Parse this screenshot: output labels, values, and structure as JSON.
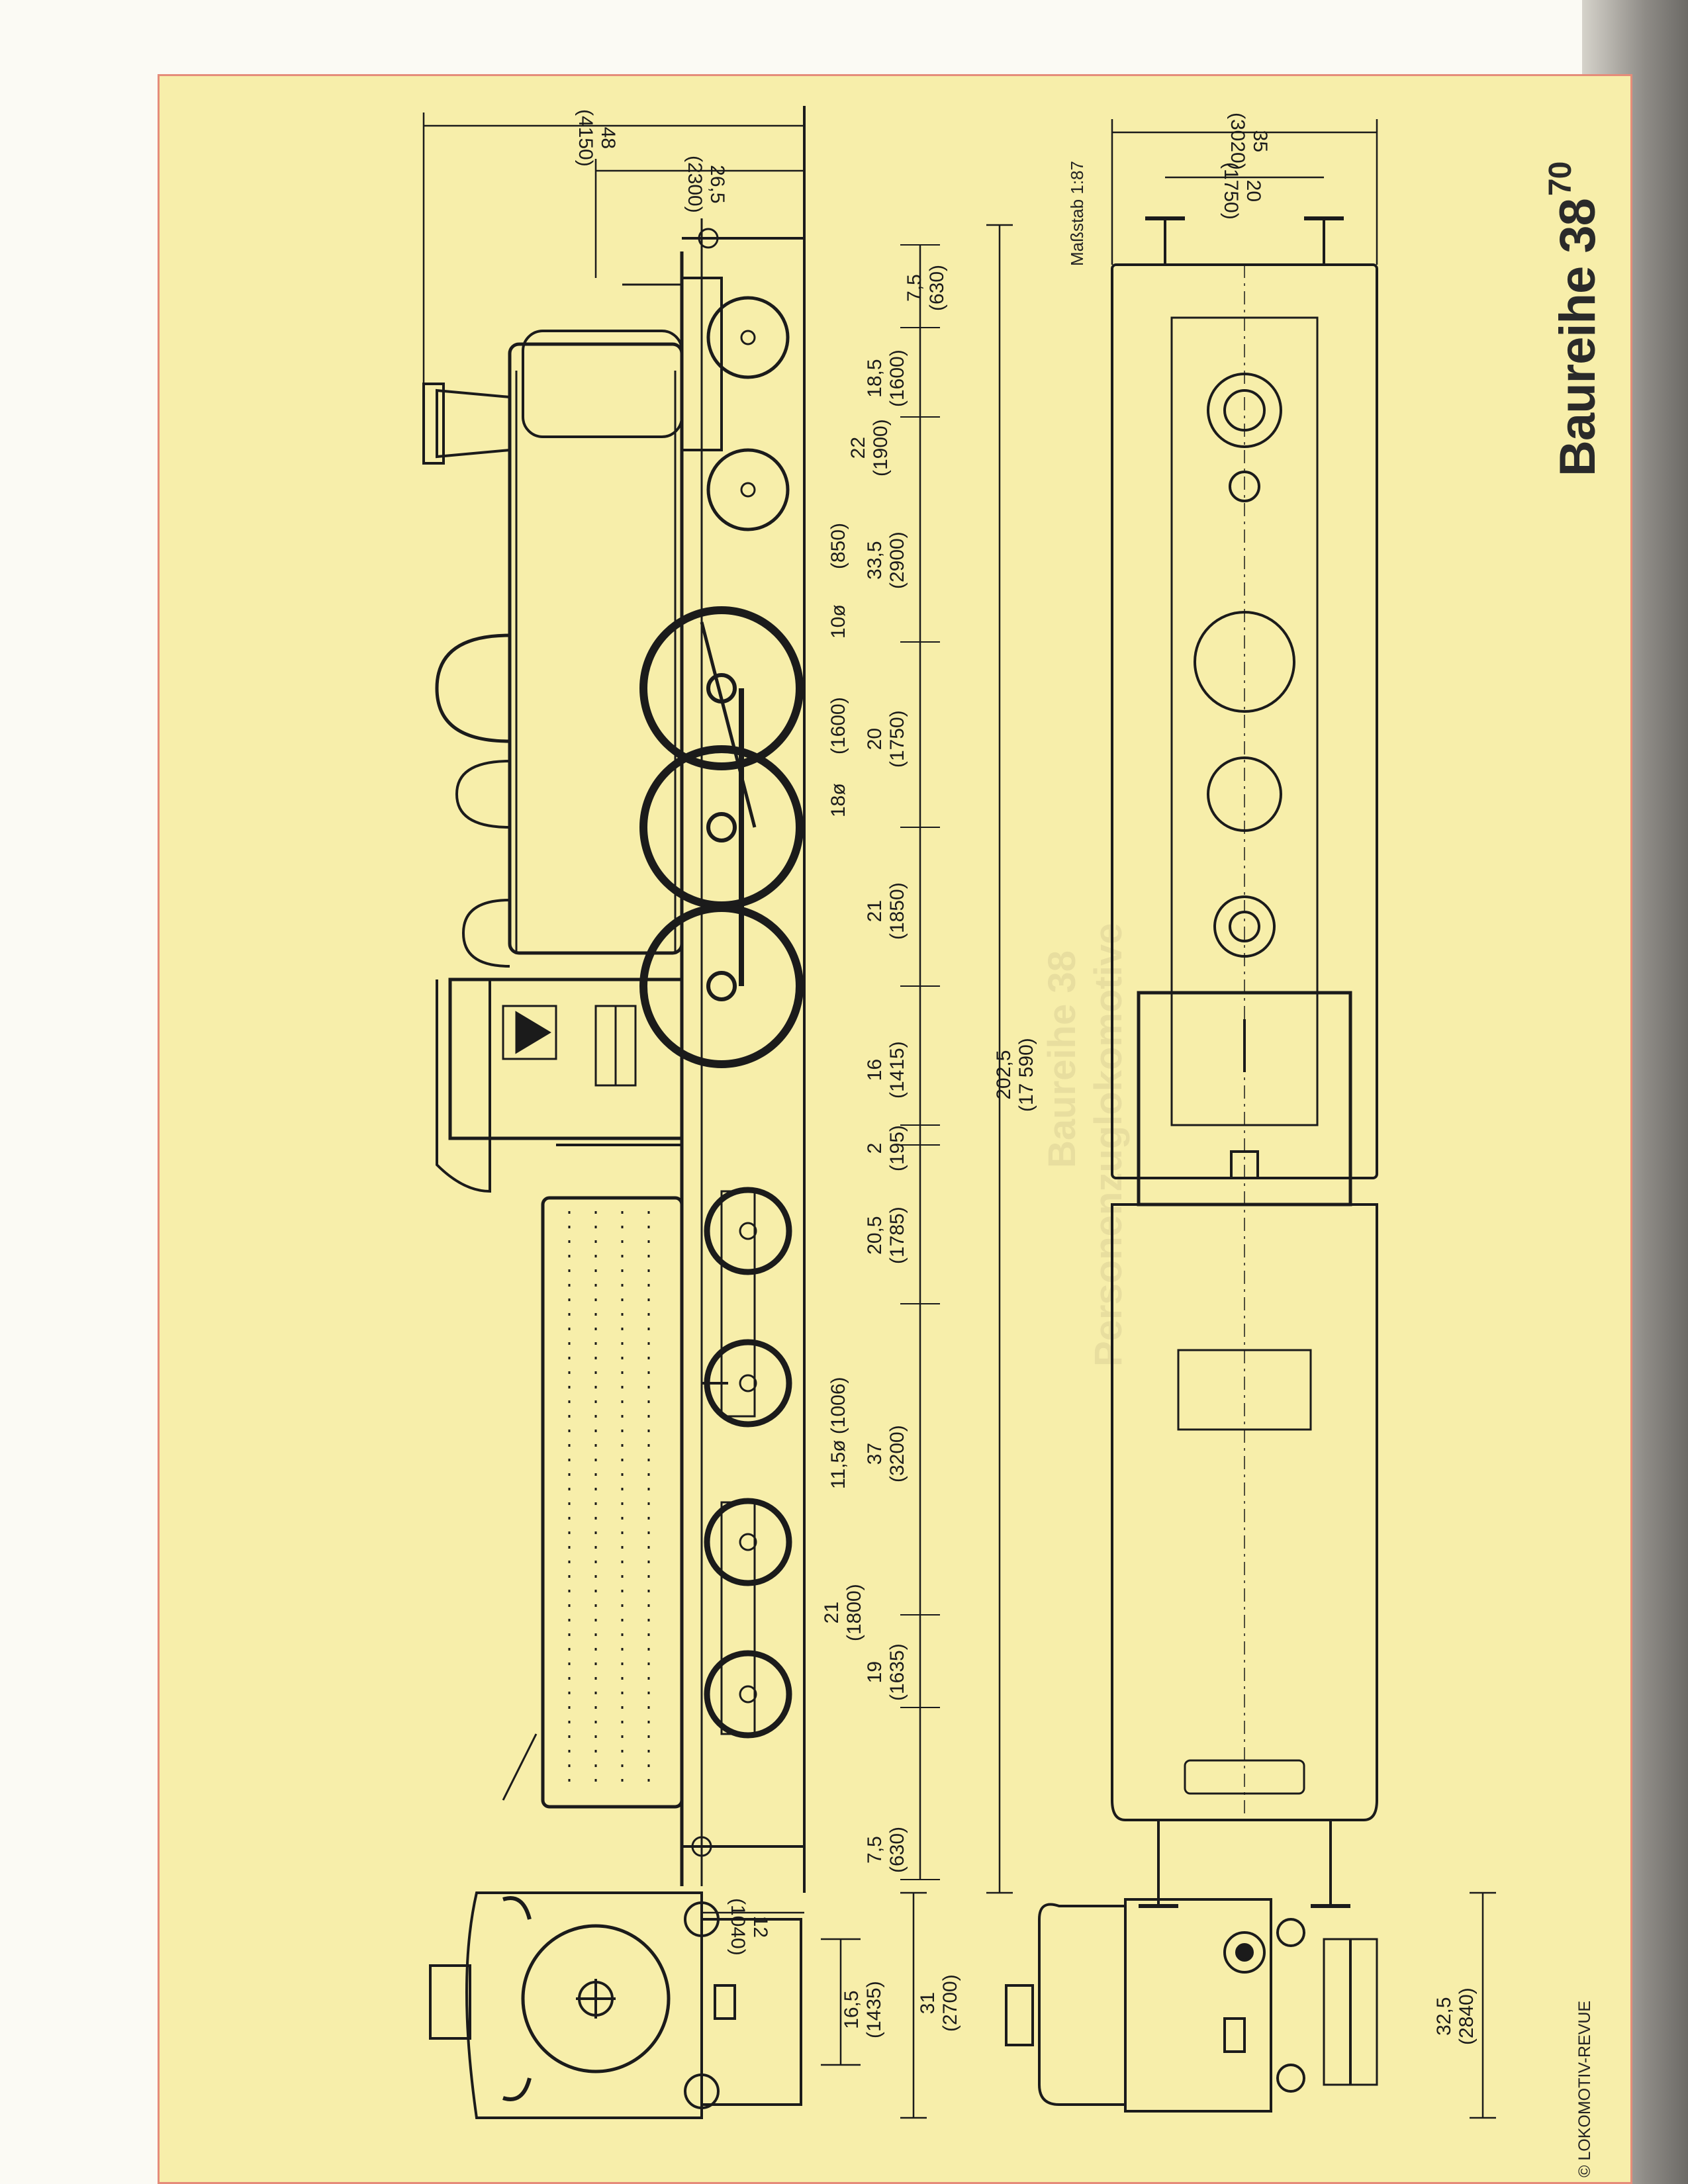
{
  "title": {
    "main": "Baureihe 38",
    "superscript": "70"
  },
  "scale": "Maßstab 1:87",
  "copyright": "© LOKOMOTIV-REVUE",
  "side_view": {
    "length_total": {
      "model": "202,5",
      "real": "(17 590)"
    },
    "spacings": [
      {
        "model": "7,5",
        "real": "(630)"
      },
      {
        "model": "18,5",
        "real": "(1600)"
      },
      {
        "model": "22",
        "real": "(1900)"
      },
      {
        "model": "33,5",
        "real": "(2900)"
      },
      {
        "model": "20",
        "real": "(1750)"
      },
      {
        "model": "21",
        "real": "(1850)"
      },
      {
        "model": "16",
        "real": "(1415)"
      },
      {
        "model": "2",
        "real": "(195)"
      },
      {
        "model": "20,5",
        "real": "(1785)"
      },
      {
        "model": "37",
        "real": "(3200)"
      },
      {
        "model": "21",
        "real": "(1800)"
      },
      {
        "model": "19",
        "real": "(1635)"
      },
      {
        "model": "7,5",
        "real": "(630)"
      }
    ],
    "wheel_diameters": [
      {
        "label": "(850)"
      },
      {
        "label": "10ø"
      },
      {
        "label": "(1600)"
      },
      {
        "label": "18ø"
      },
      {
        "label": "11,5ø (1006)"
      }
    ],
    "height_total": {
      "model": "48",
      "real": "(4150)"
    },
    "height_buffer": {
      "model": "26,5",
      "real": "(2300)"
    },
    "tender_height": {
      "model": "12",
      "real": "(1040)"
    }
  },
  "top_view": {
    "width_total": {
      "model": "35",
      "real": "(3020)"
    },
    "width_track": {
      "model": "20",
      "real": "(1750)"
    }
  },
  "front_view": {
    "dim_a": {
      "model": "16,5",
      "real": "(1435)"
    },
    "dim_b": {
      "model": "31",
      "real": "(2700)"
    }
  },
  "rear_view": {
    "dim_a": {
      "model": "32,5",
      "real": "(2840)"
    }
  },
  "background_bleed": [
    "Baureihe 38",
    "Personenzuglokomotive"
  ],
  "colors": {
    "plate": "#f7eeaa",
    "border": "#e58c7a",
    "ink": "#1b1b1b"
  }
}
